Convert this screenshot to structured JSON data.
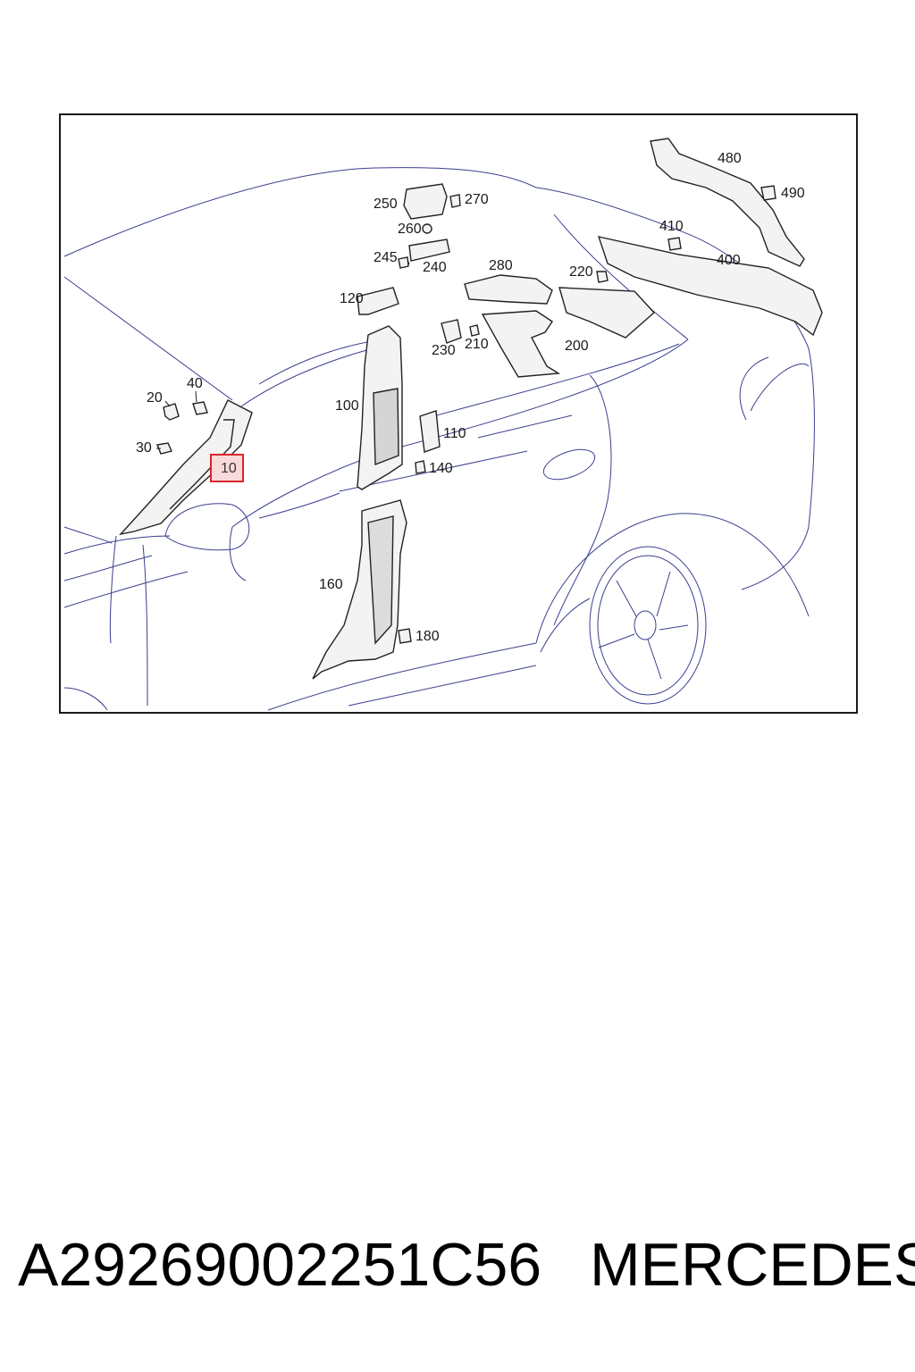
{
  "diagram": {
    "callouts": {
      "c10": "10",
      "c20": "20",
      "c30": "30",
      "c40": "40",
      "c100": "100",
      "c110": "110",
      "c120": "120",
      "c140": "140",
      "c160": "160",
      "c180": "180",
      "c200": "200",
      "c210": "210",
      "c220": "220",
      "c230": "230",
      "c240": "240",
      "c245": "245",
      "c250": "250",
      "c260": "260",
      "c270": "270",
      "c280": "280",
      "c400": "400",
      "c410": "410",
      "c480": "480",
      "c490": "490"
    },
    "highlighted_callout": "10",
    "highlight_color": "#d9262b",
    "line_color": "#3a3f8f"
  },
  "footer": {
    "part_number": "A2926900225‍1C56",
    "brand": "MERCEDES"
  }
}
